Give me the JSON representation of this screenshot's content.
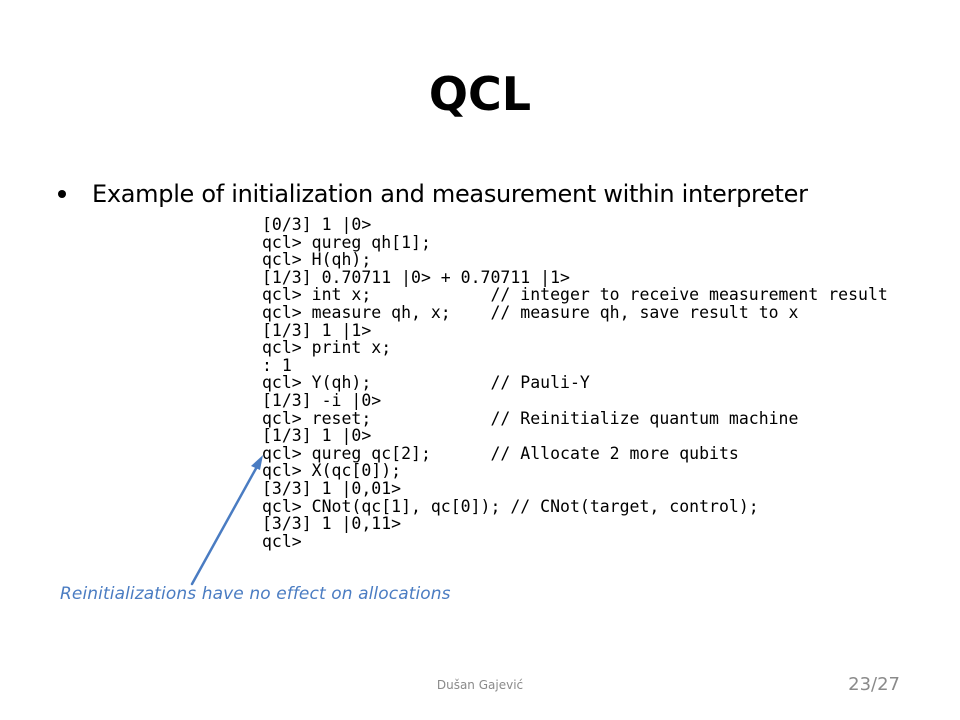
{
  "slide": {
    "title": "QCL",
    "bullet": "Example of initialization and measurement within interpreter",
    "code_lines": [
      "[0/3] 1 |0>",
      "qcl> qureg qh[1];",
      "qcl> H(qh);",
      "[1/3] 0.70711 |0> + 0.70711 |1>",
      "qcl> int x;            // integer to receive measurement result",
      "qcl> measure qh, x;    // measure qh, save result to x",
      "[1/3] 1 |1>",
      "qcl> print x;",
      ": 1",
      "qcl> Y(qh);            // Pauli-Y",
      "[1/3] -i |0>",
      "qcl> reset;            // Reinitialize quantum machine",
      "[1/3] 1 |0>",
      "qcl> qureg qc[2];      // Allocate 2 more qubits",
      "qcl> X(qc[0]);",
      "[3/3] 1 |0,01>",
      "qcl> CNot(qc[1], qc[0]); // CNot(target, control);",
      "[3/3] 1 |0,11>",
      "qcl>"
    ],
    "annotation": "Reinitializations have no effect on allocations",
    "colors": {
      "annotation": "#4a7cc2",
      "arrow": "#4a7cc2",
      "footer": "#8a8a8a"
    }
  },
  "footer": {
    "author": "Dušan Gajević",
    "page": "23/27"
  }
}
